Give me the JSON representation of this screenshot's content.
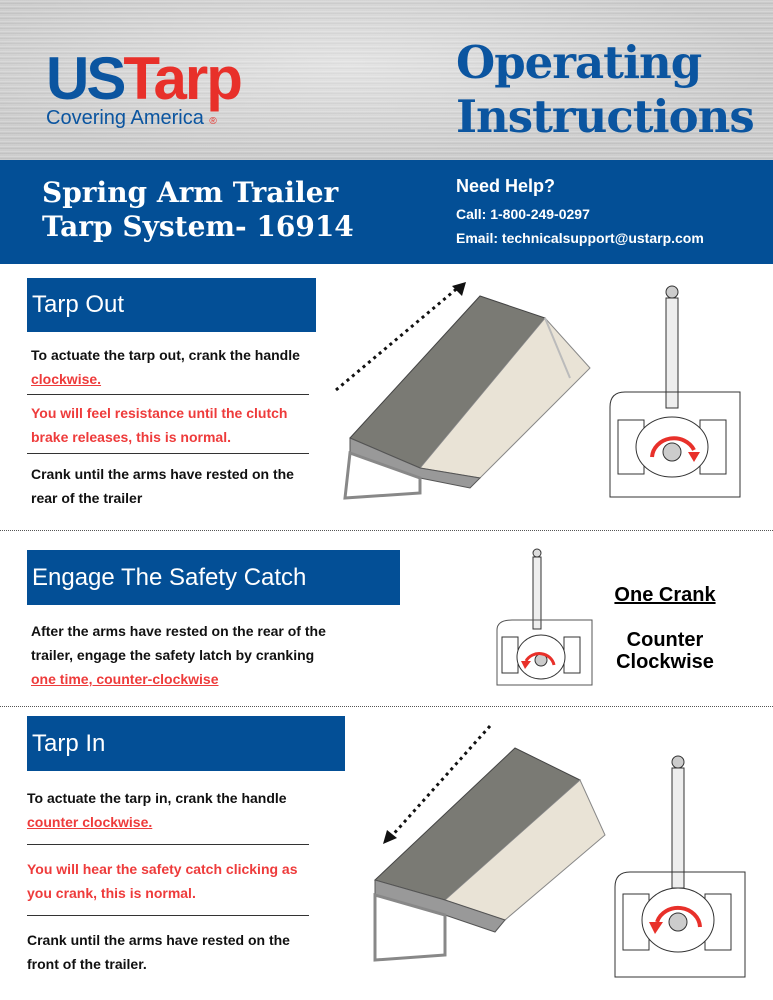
{
  "header": {
    "logo_us": "US",
    "logo_tarp": "Tarp",
    "logo_tagline": "Covering America",
    "logo_reg": "®",
    "title_line1": "Operating",
    "title_line2": "Instructions"
  },
  "band": {
    "product_line1": "Spring Arm Trailer",
    "product_line2": "Tarp System-  16914",
    "help": "Need Help?",
    "call": "Call: 1-800-249-0297",
    "email": "Email: technicalsupport@ustarp.com"
  },
  "tarp_out": {
    "heading": "Tarp Out",
    "step1": "To actuate the tarp out, crank the handle",
    "step1_link": "clockwise.",
    "step2": "You will feel resistance until the clutch brake releases, this is normal.",
    "step3": "Crank until the arms have rested on the rear of the trailer"
  },
  "safety": {
    "heading": "Engage The Safety Catch",
    "text": "After the arms have rested on the rear of the trailer, engage the safety latch by cranking",
    "link": "one time, counter-clockwise",
    "callout1": "One Crank",
    "callout2": "Counter Clockwise"
  },
  "tarp_in": {
    "heading": "Tarp In",
    "step1": "To actuate the tarp in, crank the handle",
    "step1_link": "counter clockwise.",
    "step2": "You will hear the safety catch clicking as you crank, this is normal.",
    "step3": "Crank until the arms have rested on the front of the trailer."
  },
  "colors": {
    "brand_blue": "#034f96",
    "brand_red": "#e8302a"
  }
}
